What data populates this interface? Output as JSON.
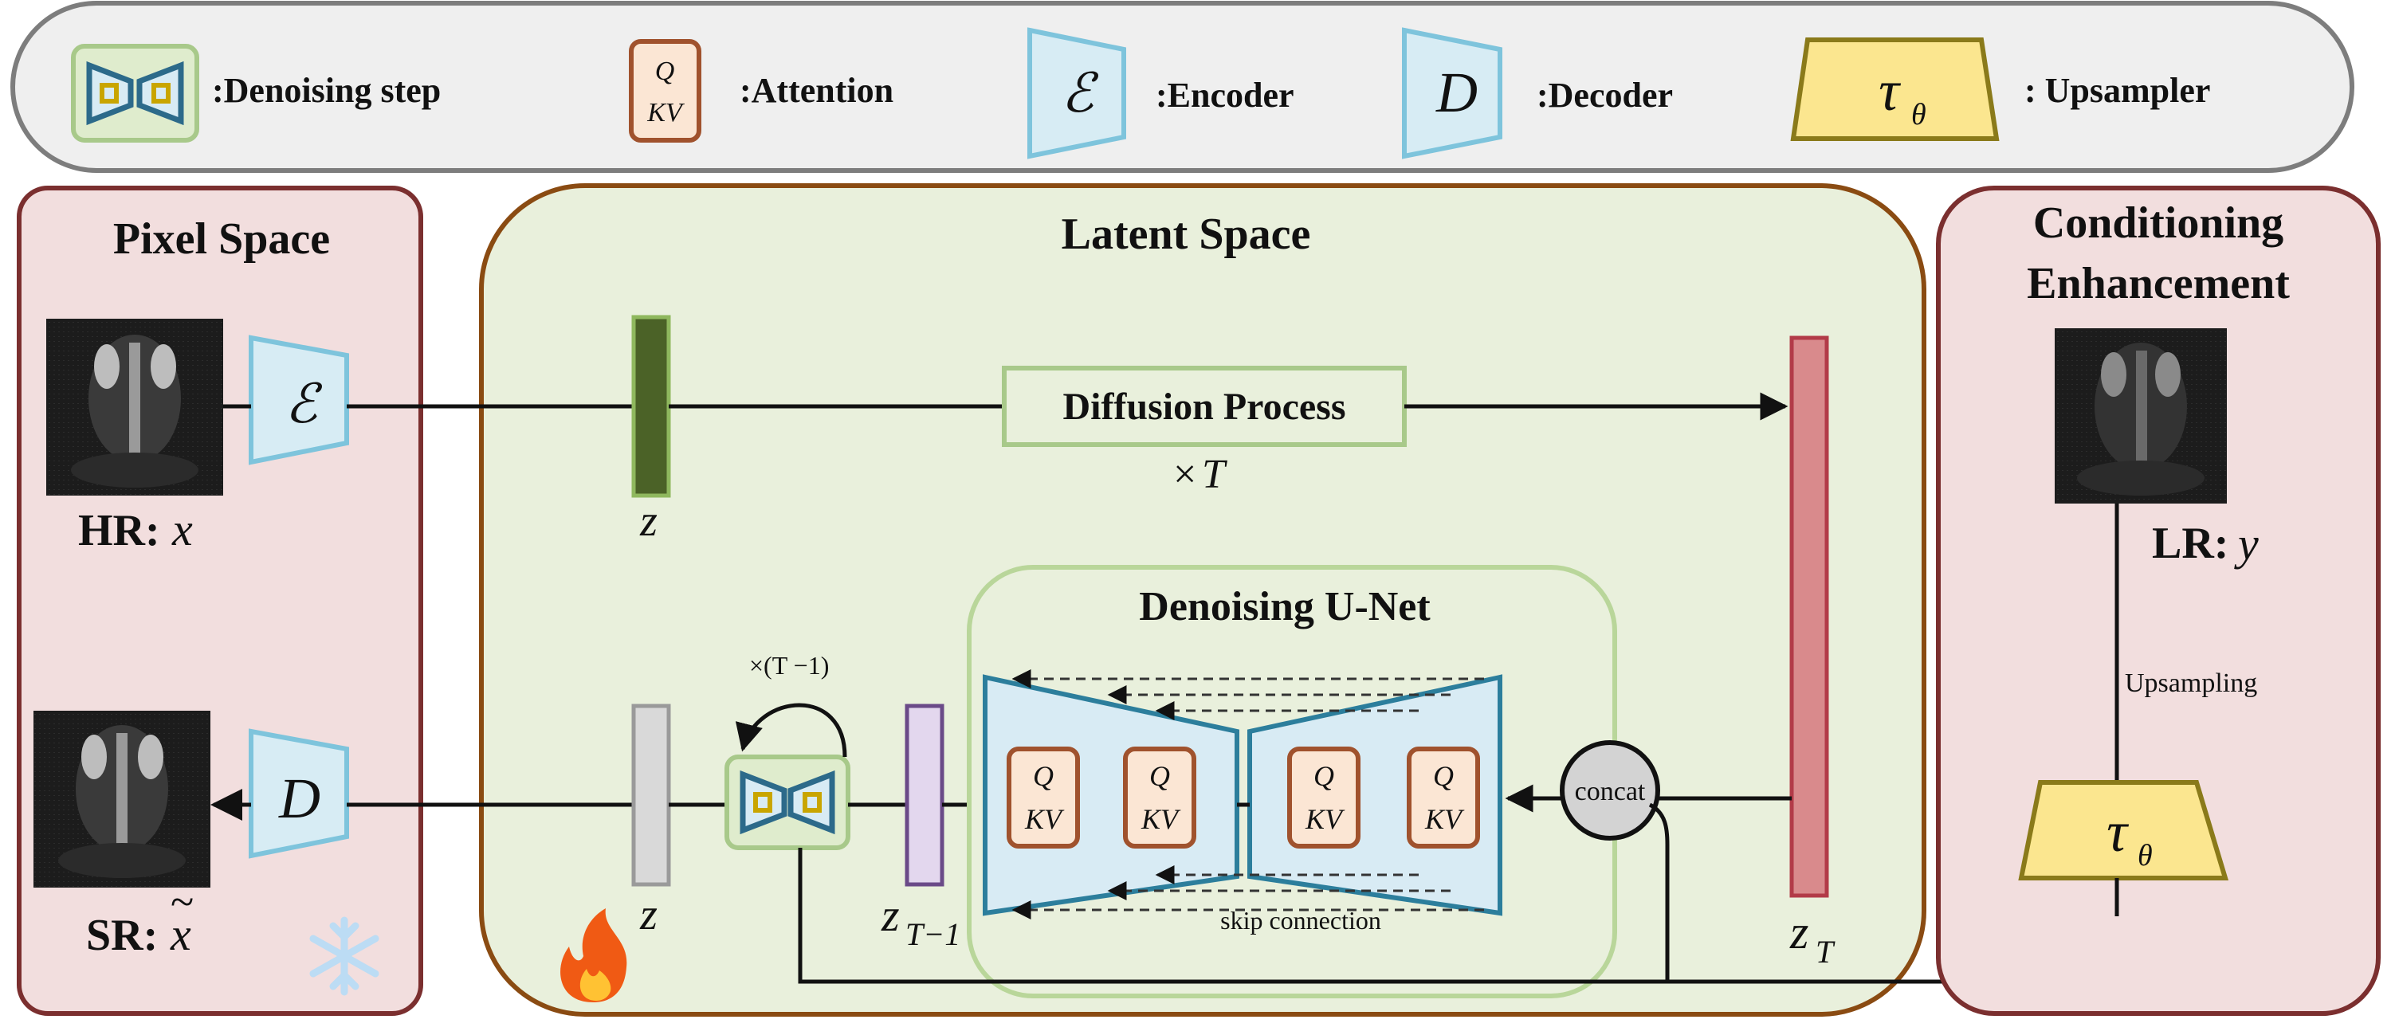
{
  "legend": {
    "denoising_step": ":Denoising step",
    "attention": ":Attention",
    "attention_q": "Q",
    "attention_kv": "KV",
    "encoder_symbol": "ℰ",
    "encoder": ":Encoder",
    "decoder_symbol": "D",
    "decoder": ":Decoder",
    "upsampler_symbol": "τ",
    "upsampler_sub": "θ",
    "upsampler": ":  Upsampler"
  },
  "pixel_space": {
    "title": "Pixel Space",
    "hr_prefix": "HR:",
    "hr_var": "x",
    "sr_prefix": "SR:",
    "sr_var": "x",
    "sr_accent": "~",
    "encoder_symbol": "ℰ",
    "decoder_symbol": "D"
  },
  "latent_space": {
    "title": "Latent Space",
    "diffusion_process": "Diffusion Process",
    "times": "×",
    "times_var": "T",
    "z_top": "z",
    "z_bottom": "z",
    "z_tminus1": "z",
    "z_tminus1_sub": "T−1",
    "z_T": "z",
    "z_T_sub": "T",
    "loop_label": "×(T −1)",
    "concat": "concat"
  },
  "unet": {
    "title": "Denoising U-Net",
    "attention_q": "Q",
    "attention_kv": "KV",
    "skip_connection": "skip connection"
  },
  "conditioning": {
    "title_line1": "Conditioning",
    "title_line2": "Enhancement",
    "lr_prefix": "LR:",
    "lr_var": "y",
    "upsampling": "Upsampling",
    "upsampler_symbol": "τ",
    "upsampler_sub": "θ"
  },
  "icons": {
    "fire": "fire-icon",
    "snowflake": "snowflake-icon",
    "scan": "ct-scan-image"
  },
  "colors": {
    "pixel_panel_fill": "#f2dede",
    "pixel_panel_stroke": "#7b2f2f",
    "latent_panel_fill": "#e9f0dc",
    "latent_panel_stroke": "#8a4b12",
    "legend_fill": "#efefef",
    "legend_stroke": "#7d7d7d",
    "encoder_fill": "#d7ecf4",
    "encoder_stroke": "#7ec4dc",
    "attention_fill": "#fbe6d4",
    "attention_stroke": "#a0522d",
    "upsampler_fill": "#fbe68f",
    "upsampler_stroke": "#8a7a1a",
    "z_dark_green": "#4b6227",
    "z_pink": "#d98a8c",
    "z_purple": "#e3d7ee",
    "z_gray": "#d9d9d9",
    "unet_fill": "#d8ebf4",
    "unet_stroke": "#2c7e9c"
  }
}
